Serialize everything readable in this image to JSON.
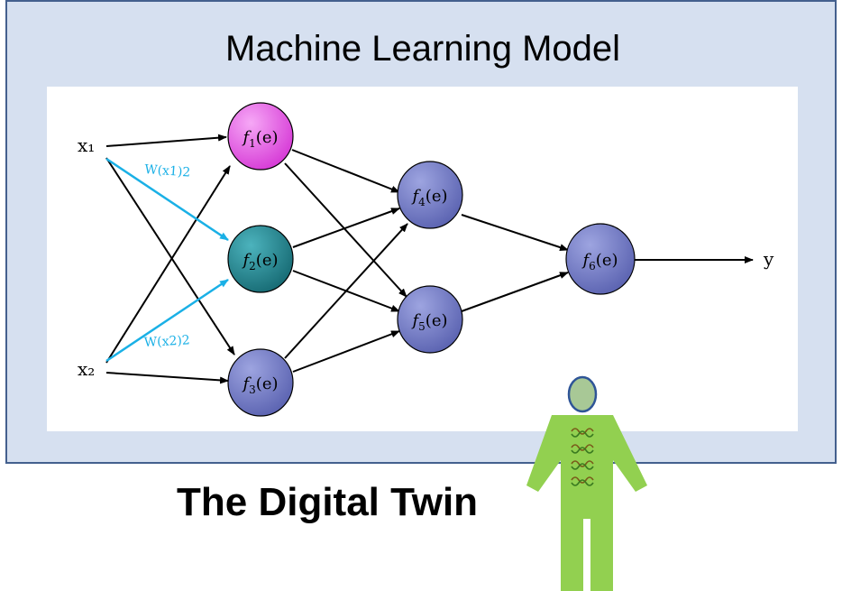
{
  "model": {
    "title": "Machine Learning Model"
  },
  "inputs": [
    {
      "label": "x₁"
    },
    {
      "label": "x₂"
    }
  ],
  "weights": [
    {
      "label": "W(x1)2"
    },
    {
      "label": "W(x2)2"
    }
  ],
  "neurons": [
    {
      "id": "f1",
      "fn": "f",
      "sub": "1",
      "arg": "(e)",
      "color": "#e046e0"
    },
    {
      "id": "f2",
      "fn": "f",
      "sub": "2",
      "arg": "(e)",
      "color": "#1f7c86"
    },
    {
      "id": "f3",
      "fn": "f",
      "sub": "3",
      "arg": "(e)",
      "color": "#6a72bf"
    },
    {
      "id": "f4",
      "fn": "f",
      "sub": "4",
      "arg": "(e)",
      "color": "#6a72bf"
    },
    {
      "id": "f5",
      "fn": "f",
      "sub": "5",
      "arg": "(e)",
      "color": "#6a72bf"
    },
    {
      "id": "f6",
      "fn": "f",
      "sub": "6",
      "arg": "(e)",
      "color": "#6a72bf"
    }
  ],
  "output": {
    "label": "y"
  },
  "twin": {
    "title": "The Digital Twin"
  },
  "colors": {
    "frame_fill": "#d6e0f0",
    "frame_border": "#44608e",
    "weight_arrow": "#1ab0e6",
    "figure": "#92d050",
    "figure_head": "#a8c896",
    "head_outline": "#2f5597"
  }
}
